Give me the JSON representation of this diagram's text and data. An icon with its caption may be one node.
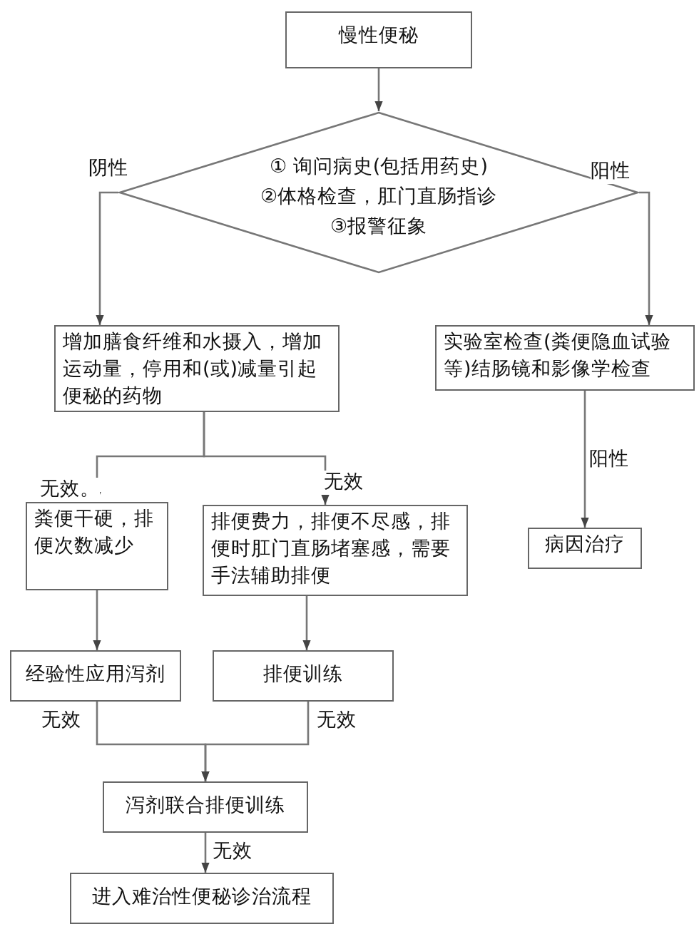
{
  "diagram": {
    "nodes": [
      {
        "text": [
          "慢性便秘"
        ]
      },
      {
        "text": [
          "① 询问病史(包括用药史)",
          "②体格检查，肛门直肠指诊",
          "③报警征象"
        ]
      },
      {
        "text": [
          "增加膳食纤维和水摄入，增加运动量，停用和(或)减量引起便秘的药物"
        ]
      },
      {
        "text": [
          "实验室检查(粪便隐血试验等)结肠镜和影像学检查"
        ]
      },
      {
        "text": [
          "病因治疗"
        ]
      },
      {
        "text": [
          "粪便干硬，排便次数减少"
        ]
      },
      {
        "text": [
          "排便费力，排便不尽感，排便时肛门直肠堵塞感，需要手法辅助排便"
        ]
      },
      {
        "text": [
          "经验性应用泻剂"
        ]
      },
      {
        "text": [
          "排便训练"
        ]
      },
      {
        "text": [
          "泻剂联合排便训练"
        ]
      },
      {
        "text": [
          "进入难治性便秘诊治流程"
        ]
      }
    ],
    "edges": [
      {
        "from": 0,
        "to": 1,
        "arrow": "to"
      },
      {
        "from": 1,
        "to": 2,
        "arrow": "to",
        "label": "阴性"
      },
      {
        "from": 1,
        "to": 3,
        "arrow": "to",
        "label": "阳性"
      },
      {
        "from": 2,
        "to": 5,
        "arrow": "to",
        "label": "无效。"
      },
      {
        "from": 2,
        "to": 6,
        "arrow": "to",
        "label": "无效"
      },
      {
        "from": 3,
        "to": 4,
        "arrow": "to",
        "label": "阳性"
      },
      {
        "from": 5,
        "to": 7,
        "arrow": "to"
      },
      {
        "from": 6,
        "to": 8,
        "arrow": "to"
      },
      {
        "from": 7,
        "to": 9,
        "arrow": "to",
        "label": "无效"
      },
      {
        "from": 8,
        "to": 9,
        "arrow": "to",
        "label": "无效"
      },
      {
        "from": 9,
        "to": 10,
        "arrow": "to",
        "label": "无效"
      }
    ]
  }
}
